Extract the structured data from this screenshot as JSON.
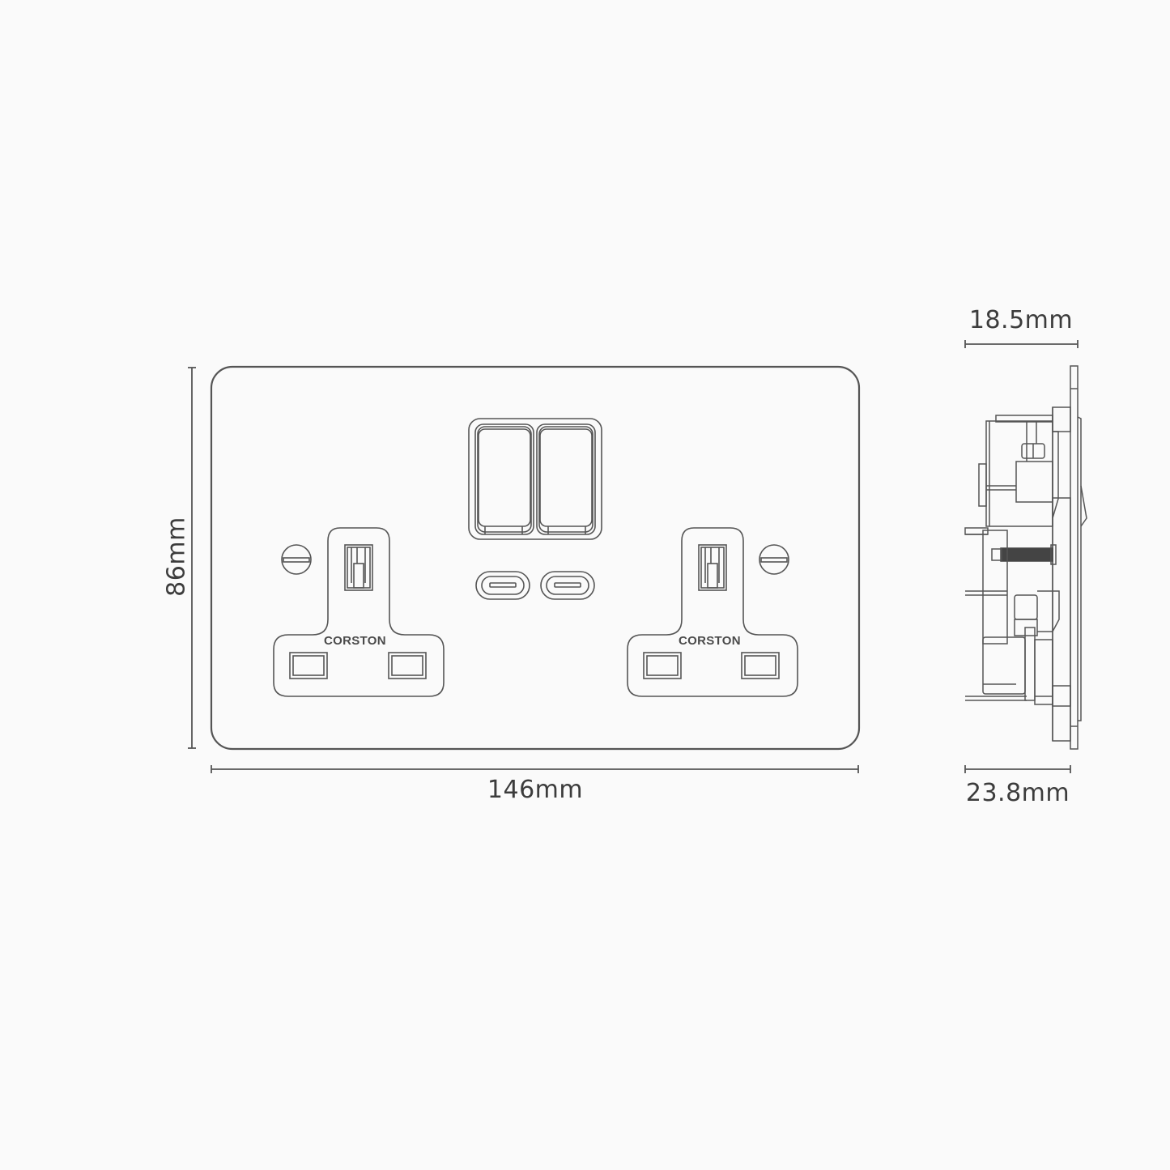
{
  "diagram": {
    "title": "Double socket with USB-C – dimension drawing",
    "line_color": "#555555",
    "background": "#fafafa",
    "front_view": {
      "width_label": "146mm",
      "height_label": "86mm",
      "sockets": [
        {
          "brand_text": "CORSTON",
          "position": "left"
        },
        {
          "brand_text": "CORSTON",
          "position": "right"
        }
      ],
      "switches": 2,
      "usb_ports": [
        "usb-c",
        "usb-c"
      ]
    },
    "side_view": {
      "top_depth_label": "18.5mm",
      "bottom_depth_label": "23.8mm"
    }
  }
}
